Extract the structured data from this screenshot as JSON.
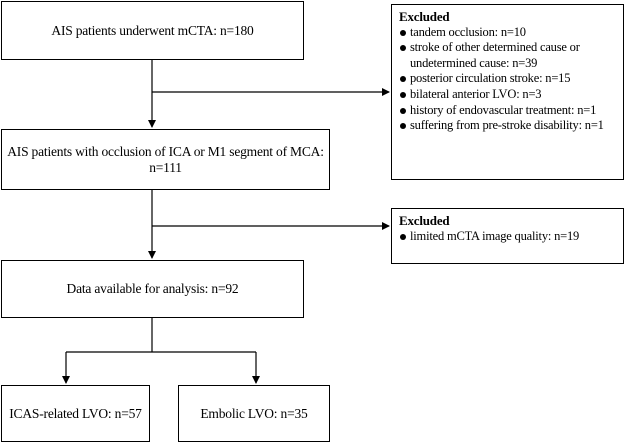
{
  "boxes": {
    "enrolled": "AIS patients underwent mCTA: n=180",
    "occlusion": "AIS patients with occlusion of ICA or M1 segment of MCA: n=111",
    "analysis": "Data available for analysis: n=92",
    "icas": "ICAS-related LVO: n=57",
    "embolic": "Embolic LVO: n=35"
  },
  "excluded1": {
    "title": "Excluded",
    "items": [
      "tandem occlusion: n=10",
      "stroke of other determined cause or undetermined cause: n=39",
      "posterior circulation stroke: n=15",
      "bilateral anterior LVO: n=3",
      "history of endovascular treatment: n=1",
      "suffering from pre-stroke disability: n=1"
    ]
  },
  "excluded2": {
    "title": "Excluded",
    "items": [
      "limited mCTA image quality: n=19"
    ]
  }
}
